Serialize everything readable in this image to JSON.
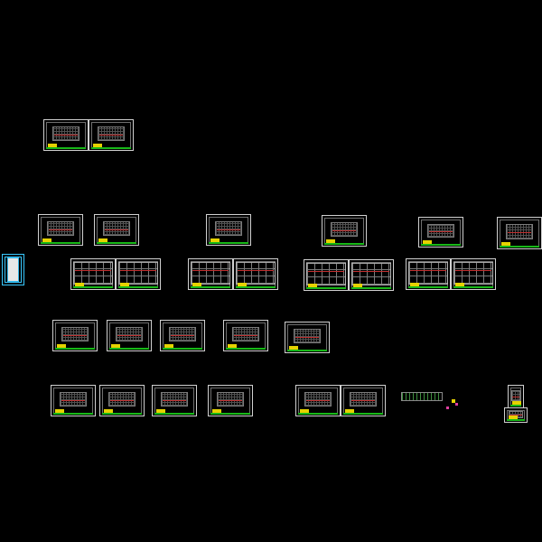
{
  "canvas": {
    "background": "#000000",
    "sheet_border": "#d0d0d0",
    "title_color": "#18b818",
    "accent_red": "#c03030",
    "accent_yellow": "#e6d200",
    "cyan_frame": "#38c8ff"
  },
  "sheets": [
    {
      "id": "s01",
      "kind": "plan"
    },
    {
      "id": "s02",
      "kind": "plan"
    },
    {
      "id": "s03",
      "kind": "plan"
    },
    {
      "id": "s04",
      "kind": "plan"
    },
    {
      "id": "s05",
      "kind": "plan"
    },
    {
      "id": "s06",
      "kind": "plan"
    },
    {
      "id": "s07",
      "kind": "plan"
    },
    {
      "id": "s08",
      "kind": "plan"
    },
    {
      "id": "s09",
      "kind": "table"
    },
    {
      "id": "s10",
      "kind": "table"
    },
    {
      "id": "s11",
      "kind": "table"
    },
    {
      "id": "s12",
      "kind": "table"
    },
    {
      "id": "s13",
      "kind": "table"
    },
    {
      "id": "s14",
      "kind": "table"
    },
    {
      "id": "s15",
      "kind": "table"
    },
    {
      "id": "s16",
      "kind": "table"
    },
    {
      "id": "s17",
      "kind": "plan"
    },
    {
      "id": "s18",
      "kind": "plan"
    },
    {
      "id": "s19",
      "kind": "plan"
    },
    {
      "id": "s20",
      "kind": "plan"
    },
    {
      "id": "s21",
      "kind": "plan"
    },
    {
      "id": "s22",
      "kind": "plan"
    },
    {
      "id": "s23",
      "kind": "plan"
    },
    {
      "id": "s24",
      "kind": "plan"
    },
    {
      "id": "s25",
      "kind": "plan"
    },
    {
      "id": "s26",
      "kind": "plan"
    },
    {
      "id": "s27",
      "kind": "plan"
    },
    {
      "id": "s28",
      "kind": "strip"
    },
    {
      "id": "s29",
      "kind": "plan"
    },
    {
      "id": "s30",
      "kind": "plan"
    },
    {
      "id": "s31",
      "kind": "cyan"
    }
  ]
}
